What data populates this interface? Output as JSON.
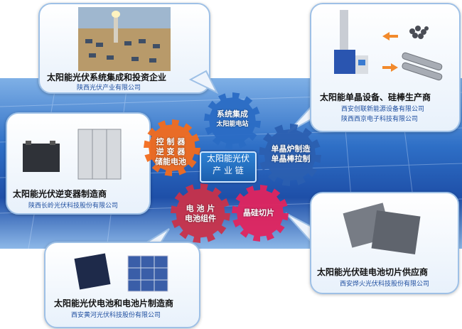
{
  "hub": {
    "line1": "太阳能光伏",
    "line2": "产 业 链"
  },
  "gears": {
    "system": {
      "line1": "系统集成",
      "line2": "太阳能电站",
      "color": "#2a6cc4"
    },
    "crystal": {
      "line1": "单晶炉制造",
      "line2": "单晶棒拉制",
      "color": "#2b5fb0"
    },
    "wafer": {
      "line1": "晶硅切片",
      "color": "#e0245e"
    },
    "cell": {
      "line1": "电 池 片",
      "line2": "电池组件",
      "color": "#c8324a"
    },
    "inverter": {
      "line1": "控 制 器",
      "line2": "逆 变 器",
      "line3": "储能电池",
      "color": "#f26b1d"
    }
  },
  "boxes": {
    "top_left": {
      "title": "太阳能光伏系统集成和投资企业",
      "company": "陕西光伏产业有限公司"
    },
    "top_right": {
      "title": "太阳能单晶设备、硅棒生产商",
      "company1": "西安创联新能源设备有限公司",
      "company2": "陕西西京电子科技有限公司"
    },
    "mid_left": {
      "title": "太阳能光伏逆变器制造商",
      "company": "陕西长岭光伏科技股份有限公司"
    },
    "bottom_left": {
      "title": "太阳能光伏电池和电池片制造商",
      "company": "西安黄河光伏科技股份有限公司"
    },
    "bottom_right": {
      "title": "太阳能光伏硅电池切片供应商",
      "company": "西安烨火光伏科技股份有限公司"
    }
  }
}
